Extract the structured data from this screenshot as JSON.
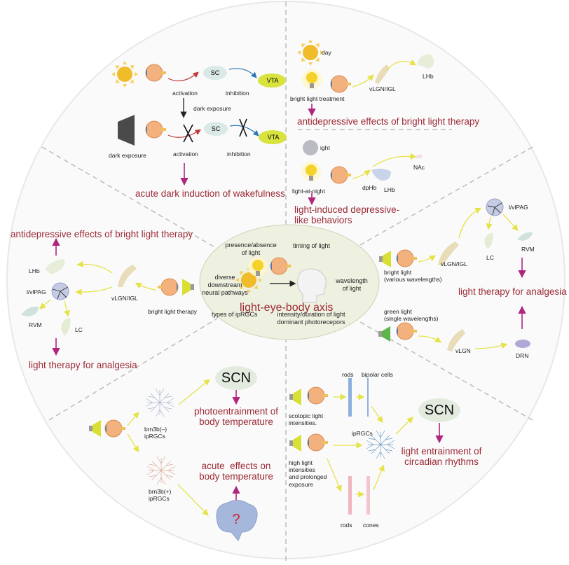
{
  "title": "light-eye-body axis",
  "colors": {
    "outcome_text": "#9b2a35",
    "outcome_arrow": "#b0267f",
    "pathway_arrow": "#e6e24a",
    "activation_arrow": "#c0393b",
    "inhibition_arrow": "#2f78b5",
    "center_ellipse": "#eef0e0",
    "vta_fill": "#d8e33d",
    "sc_fill": "#dbe9e6",
    "scn_fill": "#e3ebdf",
    "sun": "#f0bc2a",
    "dark_screen": "#4a4a4a"
  },
  "center": {
    "title": "light-eye-body axis",
    "factors": {
      "presence": "presence/absence\nof light",
      "timing": "timing of light",
      "diverse": "diverse\ndownstream\nneural pathways",
      "wavelength": "wavelength\nof light",
      "types": "types of ipRGCs",
      "intensity": "intensity/duration of light\ndominant photorecepors"
    }
  },
  "wakefulness": {
    "light_row": {
      "activation": "activation",
      "inhibition": "inhibition",
      "sc": "SC",
      "vta": "VTA"
    },
    "transition": "dark exposure",
    "dark_row": {
      "source": "dark exposure",
      "activation": "activation",
      "inhibition": "inhibition",
      "sc": "SC",
      "vta": "VTA"
    },
    "outcome": "acute dark induction of wakefulness"
  },
  "depression_top": {
    "day_label": "day",
    "day_source": "bright light treatment",
    "day_nodes": [
      "vLGN/IGL",
      "LHb"
    ],
    "day_outcome": "antidepressive effects of bright light therapy",
    "night_label": "ight",
    "night_source": "light-at-night",
    "night_nodes": [
      "dpHb",
      "LHb",
      "NAc"
    ],
    "night_outcome": "light-induced depressive-\nlike behaviors"
  },
  "analgesia_right": {
    "bright_source": "bright light\n(various wavelengths)",
    "bright_nodes": [
      "vLGN/IGL",
      "l/vlPAG",
      "LC",
      "RVM"
    ],
    "green_source": "green light\n(single wavelengths)",
    "green_nodes": [
      "vLGN",
      "DRN"
    ],
    "outcome": "light therapy for analgesia"
  },
  "left": {
    "source": "bright light therapy",
    "nodes": [
      "vLGN/IGL",
      "LHb",
      "l/vlPAG",
      "RVM",
      "LC"
    ],
    "outcome_top": "antidepressive effects of bright light therapy",
    "outcome_bottom": "light therapy for analgesia"
  },
  "temperature": {
    "cell_minus": "brn3b(–)\nipRGCs",
    "cell_plus": "brn3b(+)\nipRGCs",
    "scn": "SCN",
    "outcome_top": "photoentrainment of\nbody temperature",
    "outcome_bottom": "acute  effects on\nbody temperature",
    "brain_mark": "?"
  },
  "circadian": {
    "scotopic_source": "scotopic light\nintensities.",
    "high_source": "high light\nintensities\nand prolonged\nexposure",
    "top_cells": [
      "rods",
      "bipolar cells"
    ],
    "iprgc": "ipRGCs",
    "bottom_cells": [
      "rods",
      "cones"
    ],
    "scn": "SCN",
    "outcome": "light entrainment of\ncircadian rhythms"
  }
}
